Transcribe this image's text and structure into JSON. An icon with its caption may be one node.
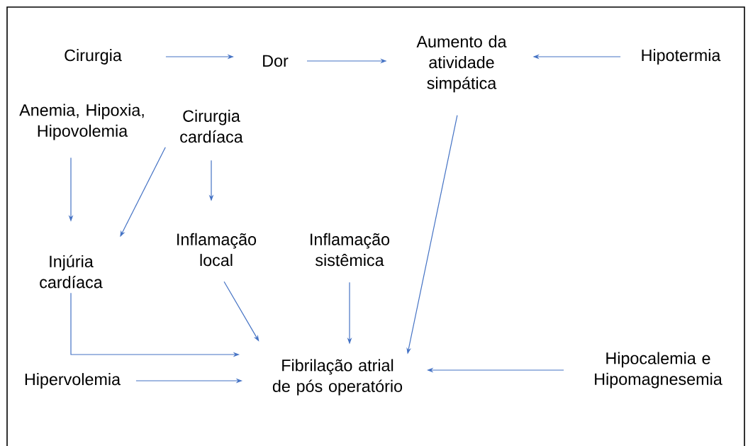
{
  "diagram": {
    "nodes": [
      {
        "text": [
          "Cirurgia"
        ]
      },
      {
        "text": [
          "Dor"
        ]
      },
      {
        "text": [
          "Aumento da atividade simpática"
        ]
      },
      {
        "text": [
          "Hipotermia"
        ]
      },
      {
        "text": [
          "Anemia, Hipoxia, Hipovolemia"
        ]
      },
      {
        "text": [
          "Cirurgia cardíaca"
        ]
      },
      {
        "text": [
          "Injúria cardíaca"
        ]
      },
      {
        "text": [
          "Inflamação local"
        ]
      },
      {
        "text": [
          "Inflamação sistêmica"
        ]
      },
      {
        "text": [
          "Fibrilação atrial de pós operatório"
        ]
      },
      {
        "text": [
          "Hipocalemia e Hipomagnesemia"
        ]
      },
      {
        "text": [
          "Hipervolemia"
        ]
      }
    ],
    "edges": [
      {
        "from": 0,
        "to": 1,
        "arrow": "to"
      },
      {
        "from": 1,
        "to": 2,
        "arrow": "to"
      },
      {
        "from": 3,
        "to": 2,
        "arrow": "to"
      },
      {
        "from": 2,
        "to": 9,
        "arrow": "to"
      },
      {
        "from": 4,
        "to": 6,
        "arrow": "to"
      },
      {
        "from": 5,
        "to": 6,
        "arrow": "to"
      },
      {
        "from": 5,
        "to": 7,
        "arrow": "to"
      },
      {
        "from": 6,
        "to": 9,
        "arrow": "to"
      },
      {
        "from": 7,
        "to": 9,
        "arrow": "to"
      },
      {
        "from": 8,
        "to": 9,
        "arrow": "to"
      },
      {
        "from": 10,
        "to": 9,
        "arrow": "to"
      },
      {
        "from": 11,
        "to": 9,
        "arrow": "to"
      }
    ]
  }
}
